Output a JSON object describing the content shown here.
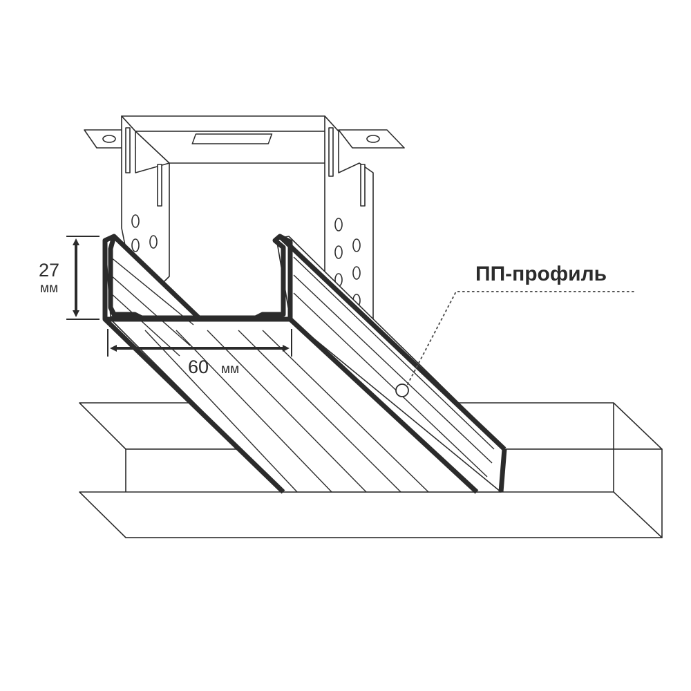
{
  "labels": {
    "profile_name": "ПП-профиль",
    "height_value": "27",
    "height_unit": "мм",
    "width_value": "60",
    "width_unit": "мм"
  },
  "colors": {
    "stroke": "#2b2b2b",
    "background": "#ffffff",
    "dotted_leader": "#555555"
  }
}
